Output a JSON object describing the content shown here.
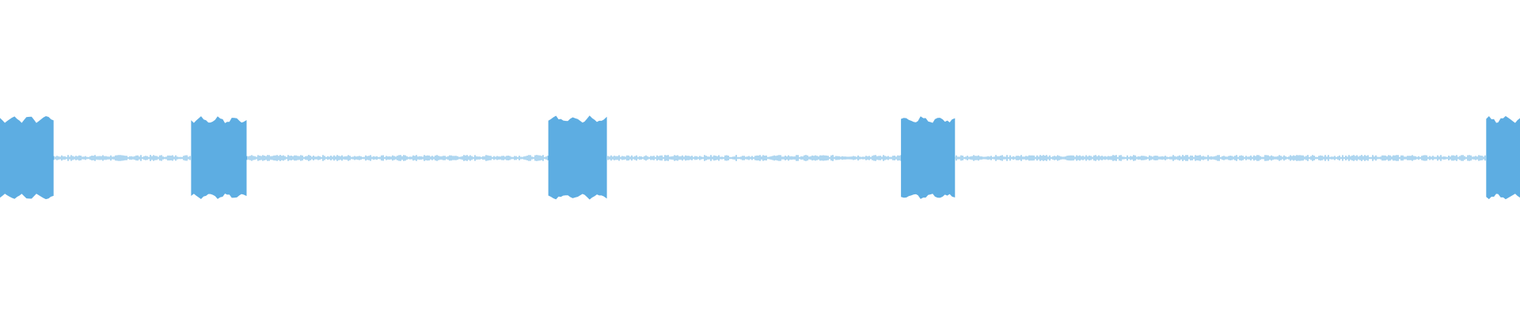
{
  "waveform": {
    "color": "#5DADE2",
    "background": "#FFFFFF",
    "baseline_amplitude": 0.06,
    "bursts": [
      {
        "start": 0.0,
        "end": 0.035,
        "amplitude": 1.0
      },
      {
        "start": 0.126,
        "end": 0.162,
        "amplitude": 1.0
      },
      {
        "start": 0.361,
        "end": 0.399,
        "amplitude": 1.0
      },
      {
        "start": 0.593,
        "end": 0.628,
        "amplitude": 1.0
      },
      {
        "start": 0.978,
        "end": 1.0,
        "amplitude": 1.0
      }
    ]
  }
}
